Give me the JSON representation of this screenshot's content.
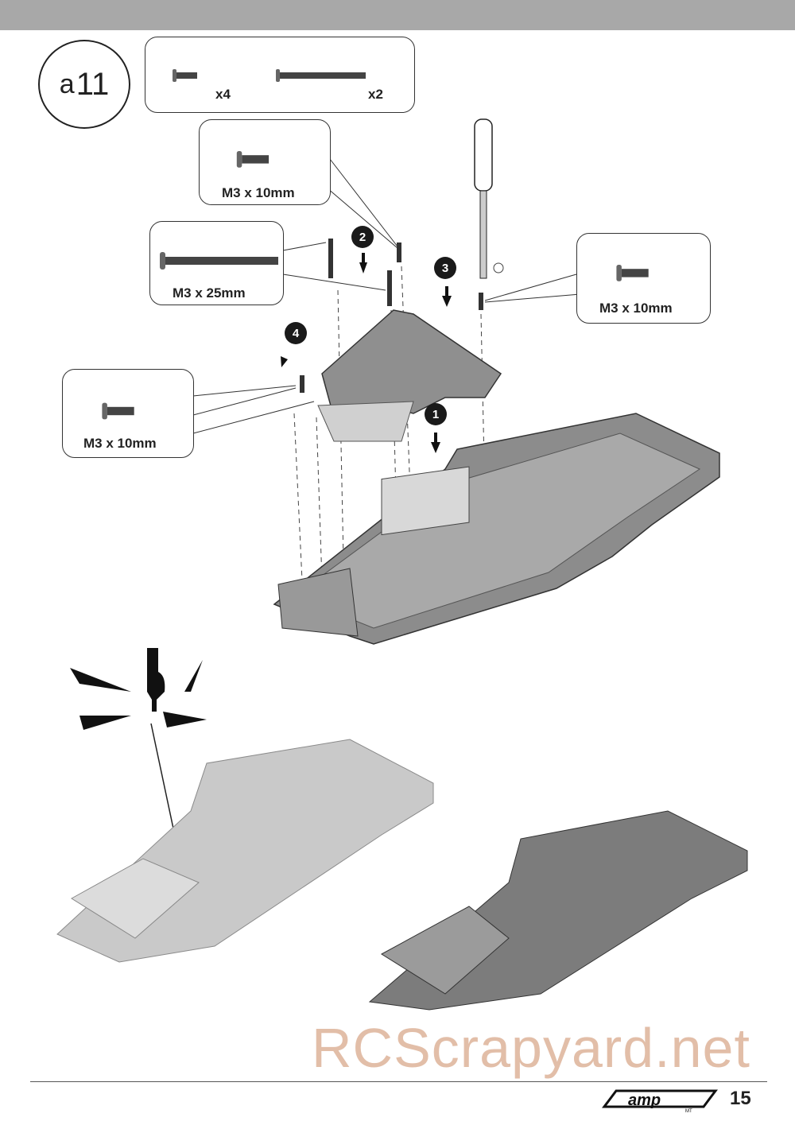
{
  "step": {
    "prefix": "a",
    "number": "11"
  },
  "parts_box": {
    "items": [
      {
        "qty": "x4"
      },
      {
        "qty": "x2"
      }
    ]
  },
  "callouts": [
    {
      "label": "M3 x 10mm"
    },
    {
      "label": "M3 x 25mm"
    },
    {
      "label": "M3 x 10mm"
    },
    {
      "label": "M3 x 10mm"
    }
  ],
  "badges": [
    "1",
    "2",
    "3",
    "4"
  ],
  "footer": {
    "logo": "amp MT",
    "page_number": "15"
  },
  "watermark": "RCScrapyard.net"
}
